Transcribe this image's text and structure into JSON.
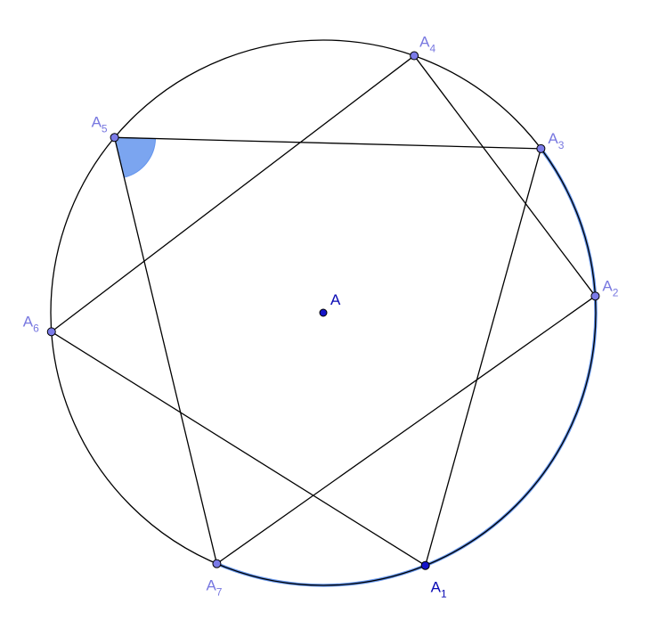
{
  "colors": {
    "circle": "#000000",
    "segment": "#000000",
    "arc_highlight": "#6495ED",
    "angle_fill": "#6495ED",
    "point_fill_light": "#7B7BE8",
    "point_fill_dark": "#1515C8",
    "label_light": "#7878E0",
    "label_dark": "#0A0AB4"
  },
  "center": {
    "label": "A",
    "point_name": "center-point-a"
  },
  "points": [
    {
      "id": "a1",
      "base": "A",
      "sub": "1",
      "angle_deg": 292.0,
      "style": "dark"
    },
    {
      "id": "a2",
      "base": "A",
      "sub": "2",
      "angle_deg": 3.5,
      "style": "light"
    },
    {
      "id": "a3",
      "base": "A",
      "sub": "3",
      "angle_deg": 37.0,
      "style": "light"
    },
    {
      "id": "a4",
      "base": "A",
      "sub": "4",
      "angle_deg": 70.5,
      "style": "light"
    },
    {
      "id": "a5",
      "base": "A",
      "sub": "5",
      "angle_deg": 140.0,
      "style": "light"
    },
    {
      "id": "a6",
      "base": "A",
      "sub": "6",
      "angle_deg": 184.0,
      "style": "light"
    },
    {
      "id": "a7",
      "base": "A",
      "sub": "7",
      "angle_deg": 247.0,
      "style": "light"
    }
  ],
  "segments": [
    [
      "a1",
      "a3"
    ],
    [
      "a3",
      "a5"
    ],
    [
      "a5",
      "a7"
    ],
    [
      "a7",
      "a2"
    ],
    [
      "a2",
      "a4"
    ],
    [
      "a4",
      "a6"
    ],
    [
      "a6",
      "a1"
    ]
  ],
  "highlighted_arc": {
    "from": "a7",
    "to": "a3",
    "via": "a1"
  },
  "marked_angle": {
    "vertex": "a5",
    "arm1": "a3",
    "arm2": "a7"
  }
}
